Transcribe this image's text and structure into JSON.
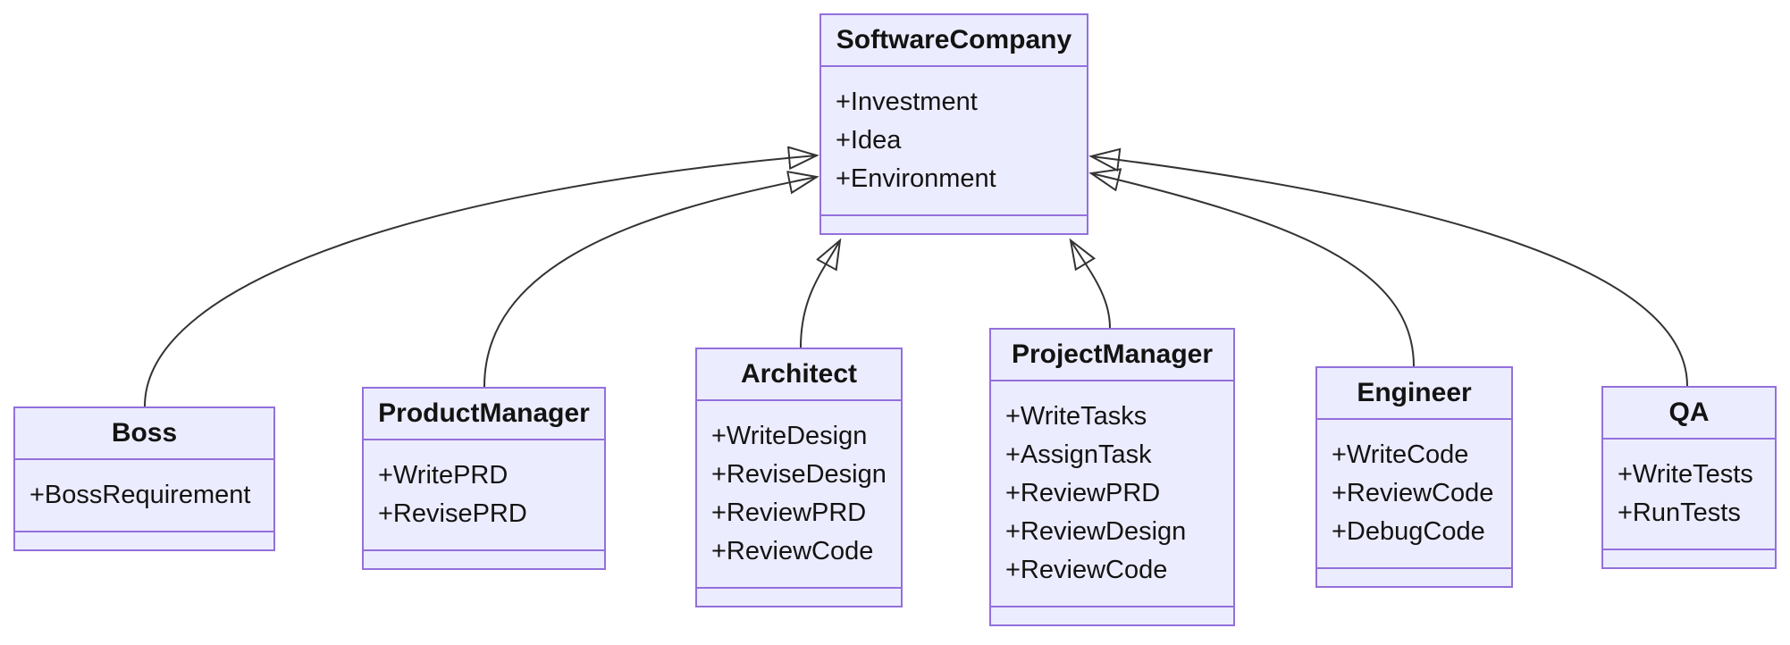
{
  "diagram": {
    "kind": "uml-class-diagram",
    "colors": {
      "class_fill": "#ECECFF",
      "class_border": "#9370DB",
      "edge_line": "#333333",
      "text": "#131313",
      "background": "#ffffff"
    },
    "classes": [
      {
        "id": "softwarecompany",
        "name": "SoftwareCompany",
        "attributes": [
          "+Investment",
          "+Idea",
          "+Environment"
        ]
      },
      {
        "id": "boss",
        "name": "Boss",
        "attributes": [
          "+BossRequirement"
        ]
      },
      {
        "id": "productmanager",
        "name": "ProductManager",
        "attributes": [
          "+WritePRD",
          "+RevisePRD"
        ]
      },
      {
        "id": "architect",
        "name": "Architect",
        "attributes": [
          "+WriteDesign",
          "+ReviseDesign",
          "+ReviewPRD",
          "+ReviewCode"
        ]
      },
      {
        "id": "projectmanager",
        "name": "ProjectManager",
        "attributes": [
          "+WriteTasks",
          "+AssignTask",
          "+ReviewPRD",
          "+ReviewDesign",
          "+ReviewCode"
        ]
      },
      {
        "id": "engineer",
        "name": "Engineer",
        "attributes": [
          "+WriteCode",
          "+ReviewCode",
          "+DebugCode"
        ]
      },
      {
        "id": "qa",
        "name": "QA",
        "attributes": [
          "+WriteTests",
          "+RunTests"
        ]
      }
    ],
    "relations": [
      {
        "from": "Boss",
        "to": "SoftwareCompany",
        "type": "inheritance"
      },
      {
        "from": "ProductManager",
        "to": "SoftwareCompany",
        "type": "inheritance"
      },
      {
        "from": "Architect",
        "to": "SoftwareCompany",
        "type": "inheritance"
      },
      {
        "from": "ProjectManager",
        "to": "SoftwareCompany",
        "type": "inheritance"
      },
      {
        "from": "Engineer",
        "to": "SoftwareCompany",
        "type": "inheritance"
      },
      {
        "from": "QA",
        "to": "SoftwareCompany",
        "type": "inheritance"
      }
    ]
  }
}
